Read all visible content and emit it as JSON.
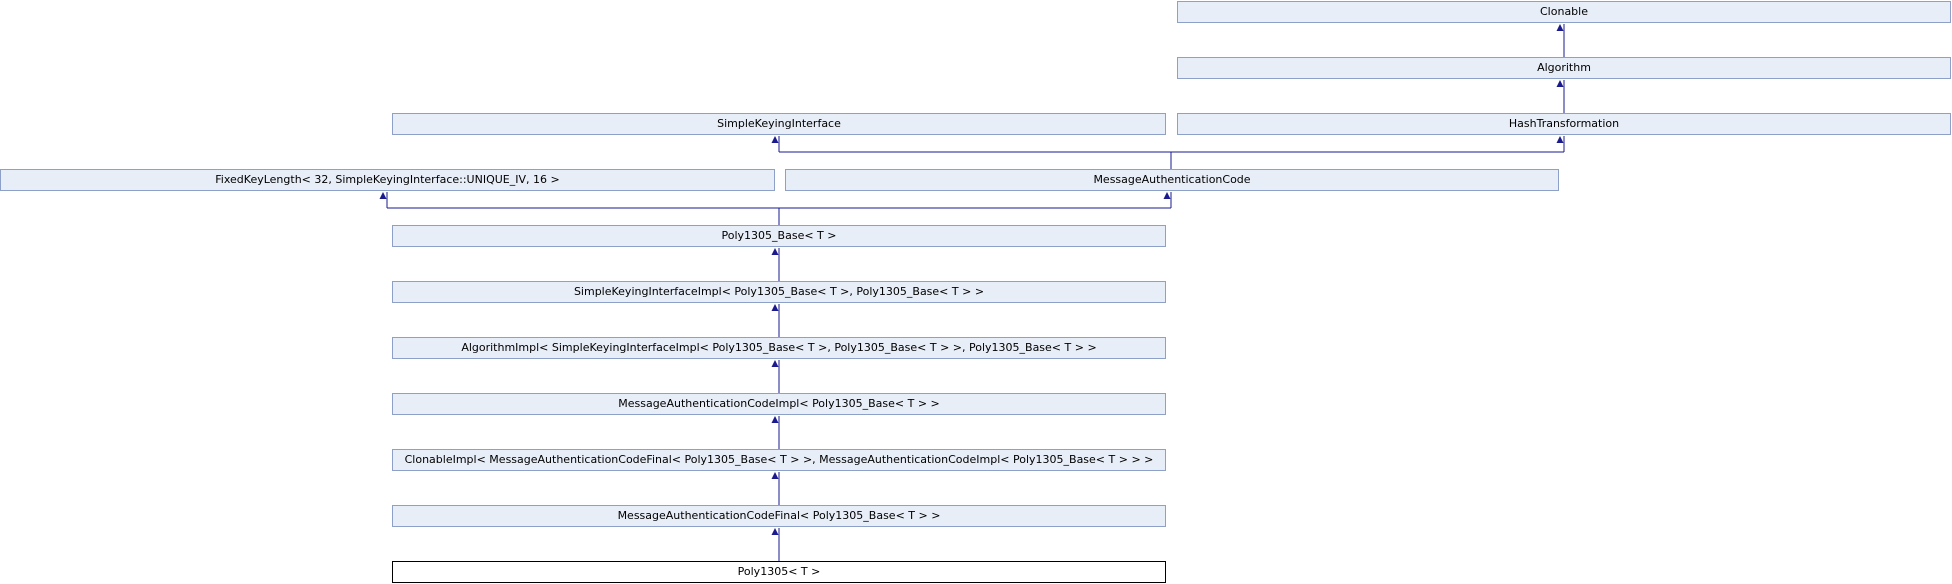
{
  "diagram": {
    "nodes": {
      "clonable": "Clonable",
      "algorithm": "Algorithm",
      "simple_keying_interface": "SimpleKeyingInterface",
      "hash_transformation": "HashTransformation",
      "fixed_key_length": "FixedKeyLength< 32, SimpleKeyingInterface::UNIQUE_IV, 16 >",
      "message_authentication_code": "MessageAuthenticationCode",
      "poly1305_base": "Poly1305_Base< T >",
      "simple_keying_interface_impl": "SimpleKeyingInterfaceImpl< Poly1305_Base< T >, Poly1305_Base< T > >",
      "algorithm_impl": "AlgorithmImpl< SimpleKeyingInterfaceImpl< Poly1305_Base< T >, Poly1305_Base< T > >, Poly1305_Base< T > >",
      "message_authentication_code_impl": "MessageAuthenticationCodeImpl< Poly1305_Base< T > >",
      "clonable_impl": "ClonableImpl< MessageAuthenticationCodeFinal< Poly1305_Base< T > >, MessageAuthenticationCodeImpl< Poly1305_Base< T > > >",
      "message_authentication_code_final": "MessageAuthenticationCodeFinal< Poly1305_Base< T > >",
      "poly1305": "Poly1305< T >"
    },
    "colors": {
      "node_fill": "#e8eef7",
      "node_border": "#8da0c8",
      "edge": "#1a1a8c",
      "current_border": "#000000"
    }
  }
}
